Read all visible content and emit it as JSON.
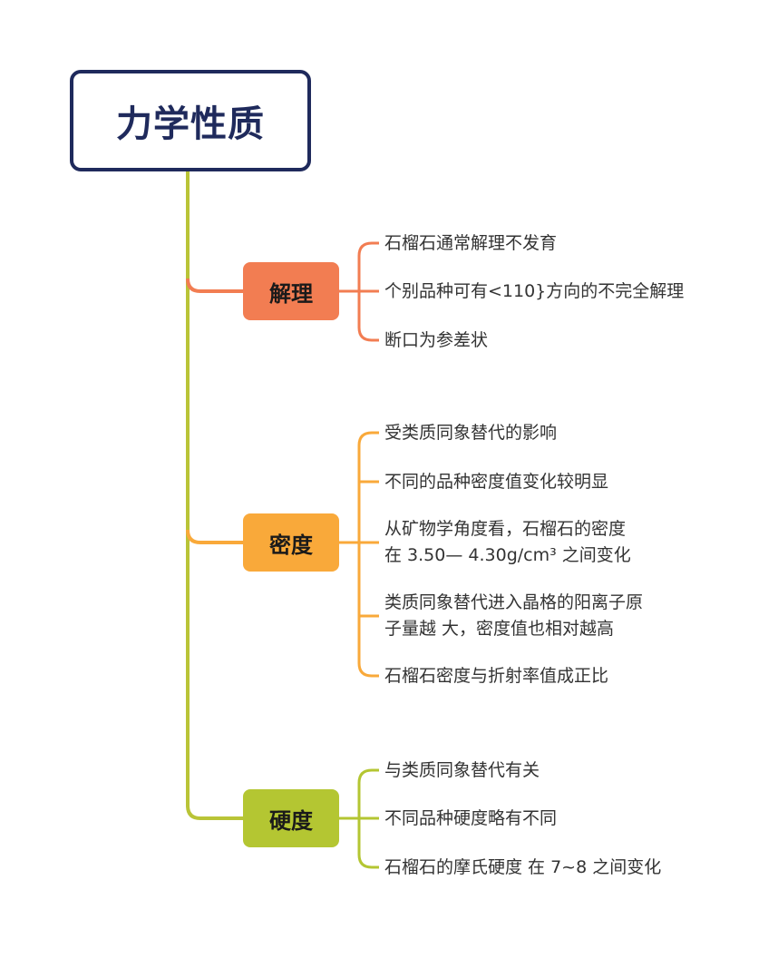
{
  "root": {
    "title": "力学性质"
  },
  "colors": {
    "root_border": "#1f2a5c",
    "trunk": "#b9c437",
    "cleavage": "#f27d52",
    "density": "#f9a93a",
    "hardness": "#b4c632"
  },
  "branches": [
    {
      "label": "解理",
      "items": [
        "石榴石通常解理不发育",
        "个别品种可有<110}方向的不完全解理",
        "断口为参差状"
      ]
    },
    {
      "label": "密度",
      "items": [
        "受类质同象替代的影响",
        "不同的品种密度值变化较明显",
        {
          "line1": "从矿物学角度看，石榴石的密度",
          "line2": "在 3.50— 4.30g/cm³ 之间变化"
        },
        {
          "line1": "类质同象替代进入晶格的阳离子原",
          "line2": "子量越 大，密度值也相对越高"
        },
        "石榴石密度与折射率值成正比"
      ]
    },
    {
      "label": "硬度",
      "items": [
        "与类质同象替代有关",
        "不同品种硬度略有不同",
        "石榴石的摩氏硬度 在 7~8 之间变化"
      ]
    }
  ]
}
